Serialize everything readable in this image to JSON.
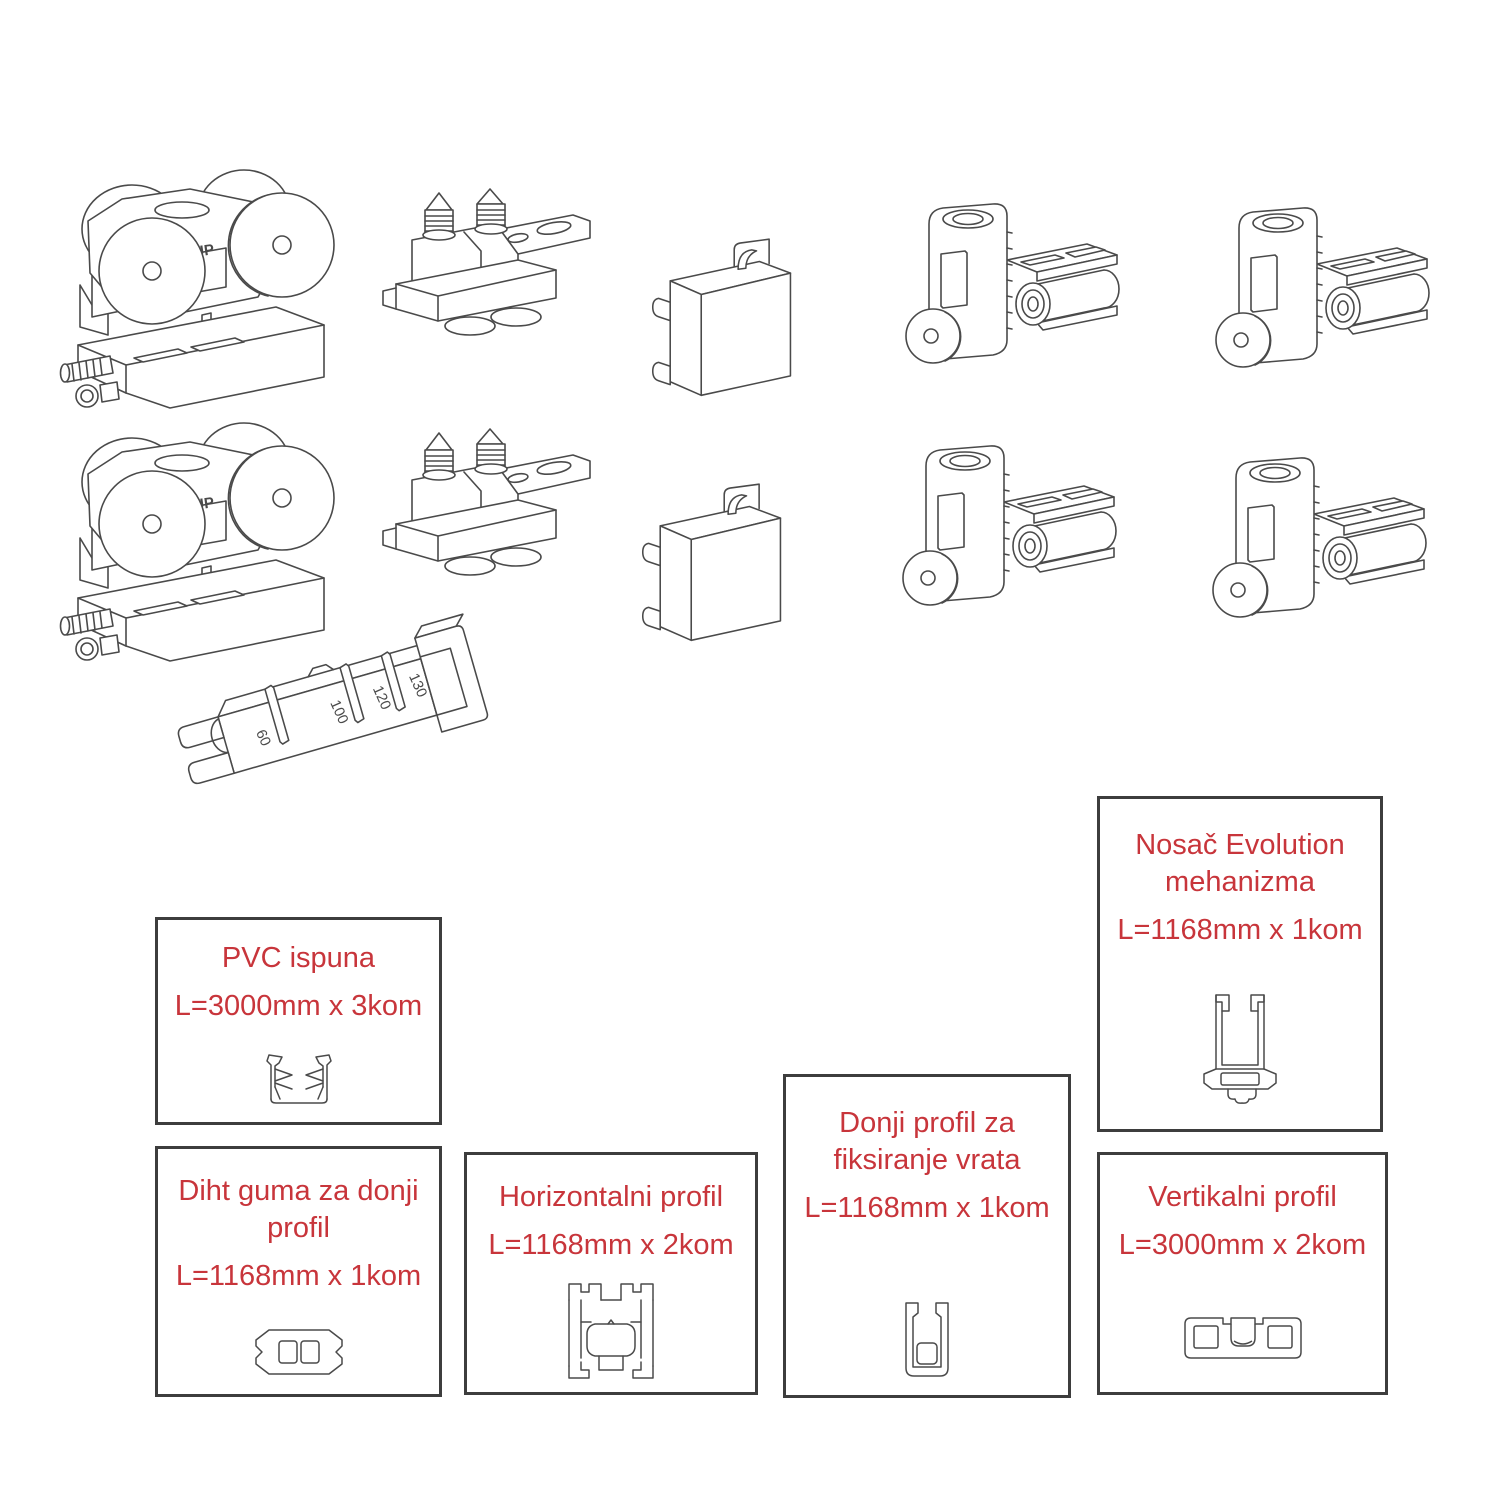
{
  "colors": {
    "background": "#ffffff",
    "line": "#4a4a4a",
    "box_border": "#3d3d3d",
    "accent_red": "#c8353b"
  },
  "hardware": {
    "up_label": "UP",
    "gauge_marks": {
      "m60": "60",
      "m100": "100",
      "m120": "120",
      "m130": "130"
    }
  },
  "boxes": {
    "pvc": {
      "title1": "PVC ispuna",
      "dim": "L=3000mm x 3kom"
    },
    "diht": {
      "title1": "Diht guma za donji",
      "title2": "profil",
      "dim": "L=1168mm x 1kom"
    },
    "horizontalni": {
      "title1": "Horizontalni profil",
      "dim": "L=1168mm x 2kom"
    },
    "donji": {
      "title1": "Donji profil za",
      "title2": "fiksiranje vrata",
      "dim": "L=1168mm x 1kom"
    },
    "nosac": {
      "title1": "Nosač Evolution",
      "title2": "mehanizma",
      "dim": "L=1168mm x 1kom"
    },
    "vertikalni": {
      "title1": "Vertikalni profil",
      "dim": "L=3000mm x 2kom"
    }
  }
}
